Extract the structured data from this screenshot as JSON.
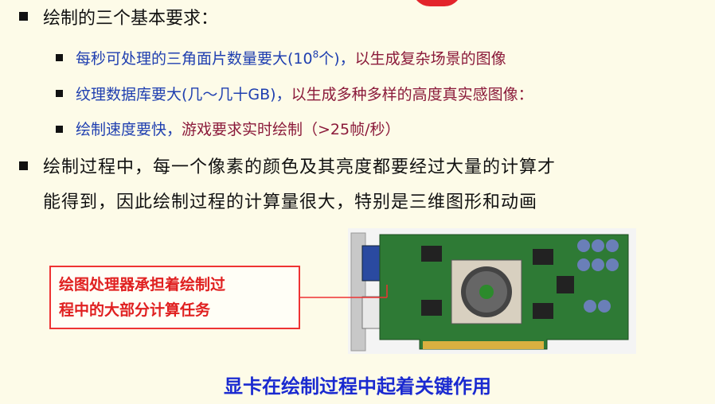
{
  "bullets": {
    "b1": "绘制的三个基本要求：",
    "s1_blue": "每秒可处理的三角面片数量要大(10",
    "s1_sup": "8",
    "s1_blue_end": "个)，",
    "s1_maroon": "以生成复杂场景的图像",
    "s2_blue": "纹理数据库要大(几～几十GB)，",
    "s2_maroon": "以生成多种多样的高度真实感图像：",
    "s3_blue": "绘制速度要快，",
    "s3_maroon": "游戏要求实时绘制（>25帧/秒）",
    "b2_line1": "绘制过程中，每一个像素的颜色及其亮度都要经过大量的计算才",
    "b2_line2": "能得到，因此绘制过程的计算量很大，特别是三维图形和动画"
  },
  "callout": {
    "line1": "绘图处理器承担着绘制过",
    "line2": "程中的大部分计算任务"
  },
  "bottom_title": "显卡在绘制过程中起着关键作用",
  "colors": {
    "background": "#fdfbe8",
    "blue_text": "#1f3fb0",
    "maroon_text": "#8b1a3a",
    "callout_red": "#e02020",
    "title_blue": "#1a2ad0"
  }
}
